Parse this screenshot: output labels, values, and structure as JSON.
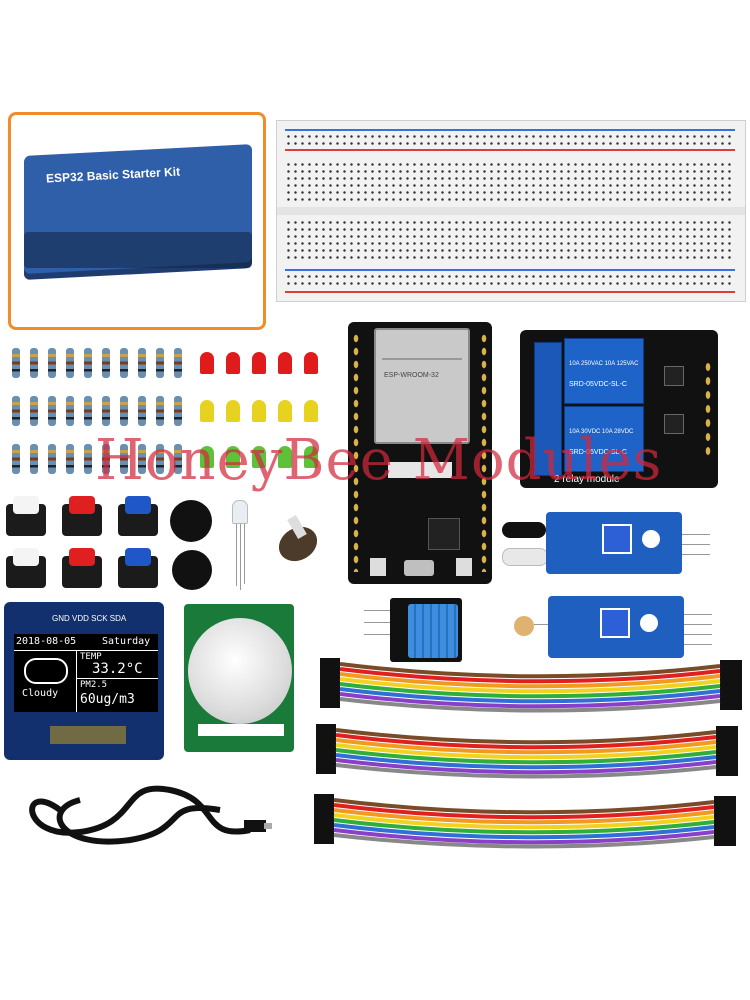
{
  "kit_box": {
    "title": "ESP32 Basic Starter Kit"
  },
  "esp32_board": {
    "module_label": "ESP-WROOM-32"
  },
  "relay_module": {
    "relay_text": "SRD-05VDC-SL-C",
    "rating_line1": "10A 250VAC 10A 125VAC",
    "rating_line2": "10A 30VDC 10A 28VDC",
    "board_label": "2 relay module"
  },
  "oled": {
    "pins": "GND VDD SCK SDA",
    "date": "2018-08-05",
    "day": "Saturday",
    "temp_label": "TEMP",
    "temp_value": "33.2°C",
    "weather": "Cloudy",
    "pm_label": "PM2.5",
    "pm_value": "60ug/m3"
  },
  "watermark": "HoneyBee Modules",
  "colors": {
    "kit_frame": "#f28c28",
    "watermark": "#d2283c",
    "relay_blue": "#1e63c8"
  }
}
